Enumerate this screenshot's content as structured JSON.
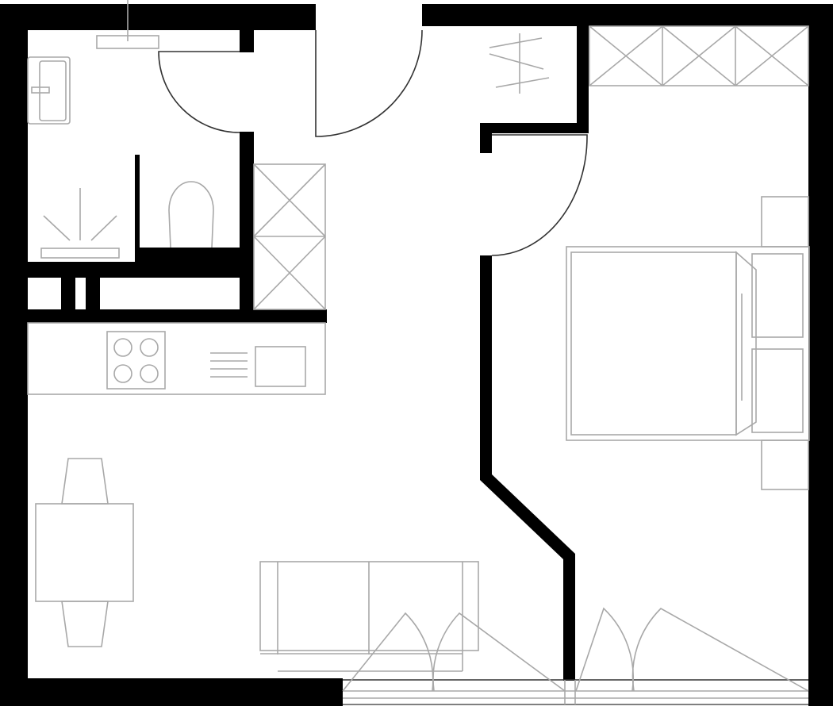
{
  "diagram": {
    "type": "floor-plan",
    "colors": {
      "wall": "#000000",
      "furniture": "#a8a8a8",
      "door": "#333333",
      "background": "#ffffff"
    },
    "rooms": [
      "bathroom",
      "kitchen",
      "living-dining",
      "hallway",
      "bedroom"
    ],
    "furniture": [
      "washbasin",
      "shower",
      "toilet",
      "hallway-wardrobe",
      "kitchen-counter",
      "stove",
      "sink",
      "dining-table",
      "sofa",
      "bedroom-wardrobe",
      "double-bed",
      "nightstands",
      "coat-rack"
    ]
  }
}
